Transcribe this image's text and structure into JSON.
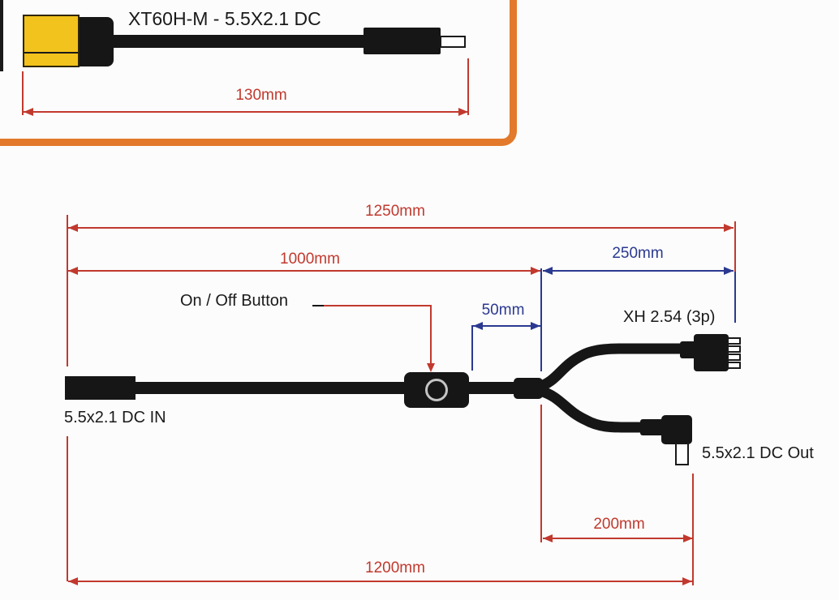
{
  "colors": {
    "dimension_red": "#C1392E",
    "dimension_blue": "#2B3990",
    "frame_orange": "#E2792B",
    "xt60_yellow": "#F2C21D",
    "cable_black": "#161616"
  },
  "top_cable": {
    "title": "XT60H-M - 5.5X2.1 DC",
    "dim_130": "130mm"
  },
  "main_cable": {
    "dim_1250": "1250mm",
    "dim_1000": "1000mm",
    "dim_250": "250mm",
    "dim_50": "50mm",
    "dim_200": "200mm",
    "dim_1200": "1200mm",
    "button_label": "On / Off Button",
    "xh_label": "XH 2.54 (3p)",
    "dc_in_label": "5.5x2.1 DC IN",
    "dc_out_label": "5.5x2.1 DC Out"
  }
}
